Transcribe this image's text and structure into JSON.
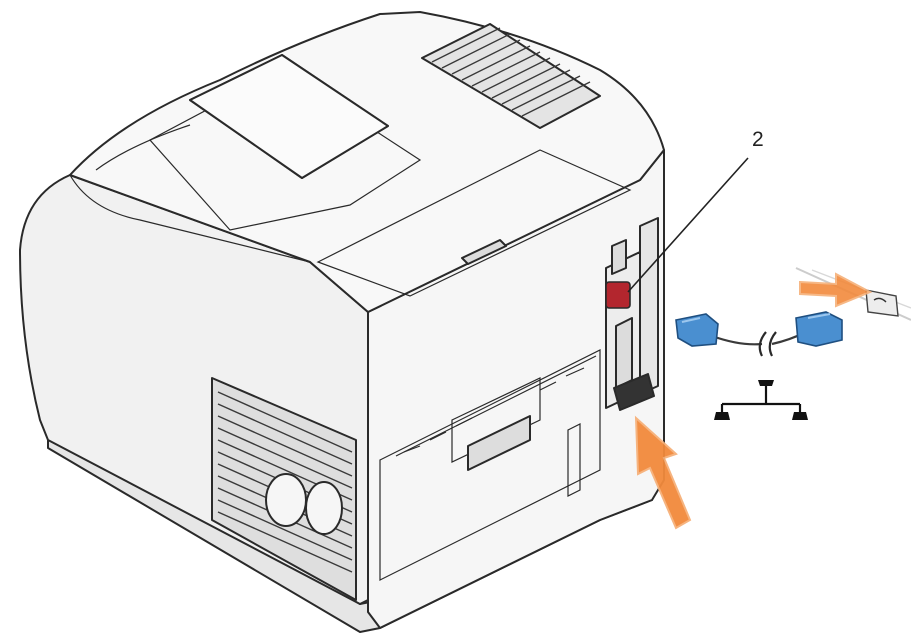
{
  "callout": {
    "label": "2"
  },
  "colors": {
    "background": "#ffffff",
    "body_fill": "#f2f2f2",
    "body_shade": "#e2e2e2",
    "outline": "#2a2a2a",
    "arrow": "#f28a3c",
    "cable_connector": "#4a8fd0",
    "switch_red": "#b3262e"
  },
  "icons": {
    "printer": "laser-printer-illustration",
    "arrow_main": "insert-arrow",
    "arrow_secondary": "insert-arrow",
    "cable": "network-cable",
    "network_symbol": "network-topology-icon"
  }
}
